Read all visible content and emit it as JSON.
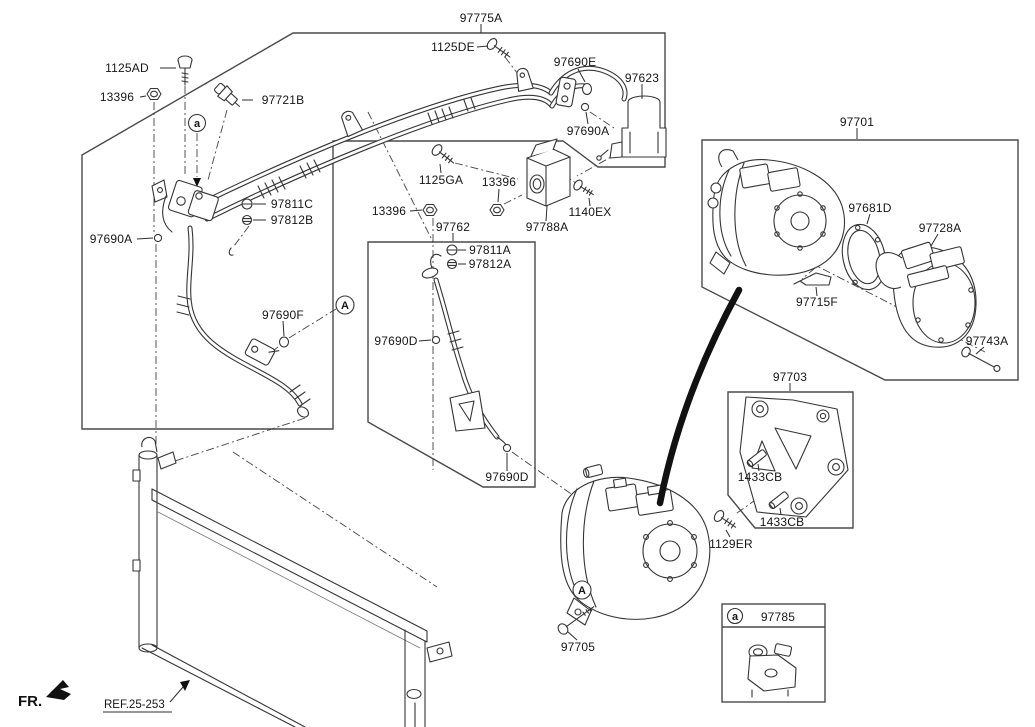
{
  "colors": {
    "line": "#3a3a3a",
    "text": "#161616",
    "background": "#ffffff"
  },
  "footer": {
    "fr": "FR.",
    "ref": "REF.25-253"
  },
  "callouts": {
    "a": "a",
    "A": "A"
  },
  "labels": {
    "p97775A": "97775A",
    "p1125DE": "1125DE",
    "p97690E": "97690E",
    "p97623": "97623",
    "p97690A_r": "97690A",
    "p1125AD": "1125AD",
    "p13396_l": "13396",
    "p97721B": "97721B",
    "p97690A_l": "97690A",
    "p97811C": "97811C",
    "p97812B": "97812B",
    "p97690F": "97690F",
    "p1125GA": "1125GA",
    "p13396_m1": "13396",
    "p13396_m2": "13396",
    "p97788A": "97788A",
    "p1140EX": "1140EX",
    "p97762": "97762",
    "p97811A": "97811A",
    "p97812A": "97812A",
    "p97690D_u": "97690D",
    "p97690D_l": "97690D",
    "p97705": "97705",
    "p97701": "97701",
    "p97681D": "97681D",
    "p97728A": "97728A",
    "p97715F": "97715F",
    "p97743A": "97743A",
    "p97703": "97703",
    "p1433CB_u": "1433CB",
    "p1433CB_l": "1433CB",
    "p1129ER": "1129ER",
    "p97785": "97785"
  }
}
